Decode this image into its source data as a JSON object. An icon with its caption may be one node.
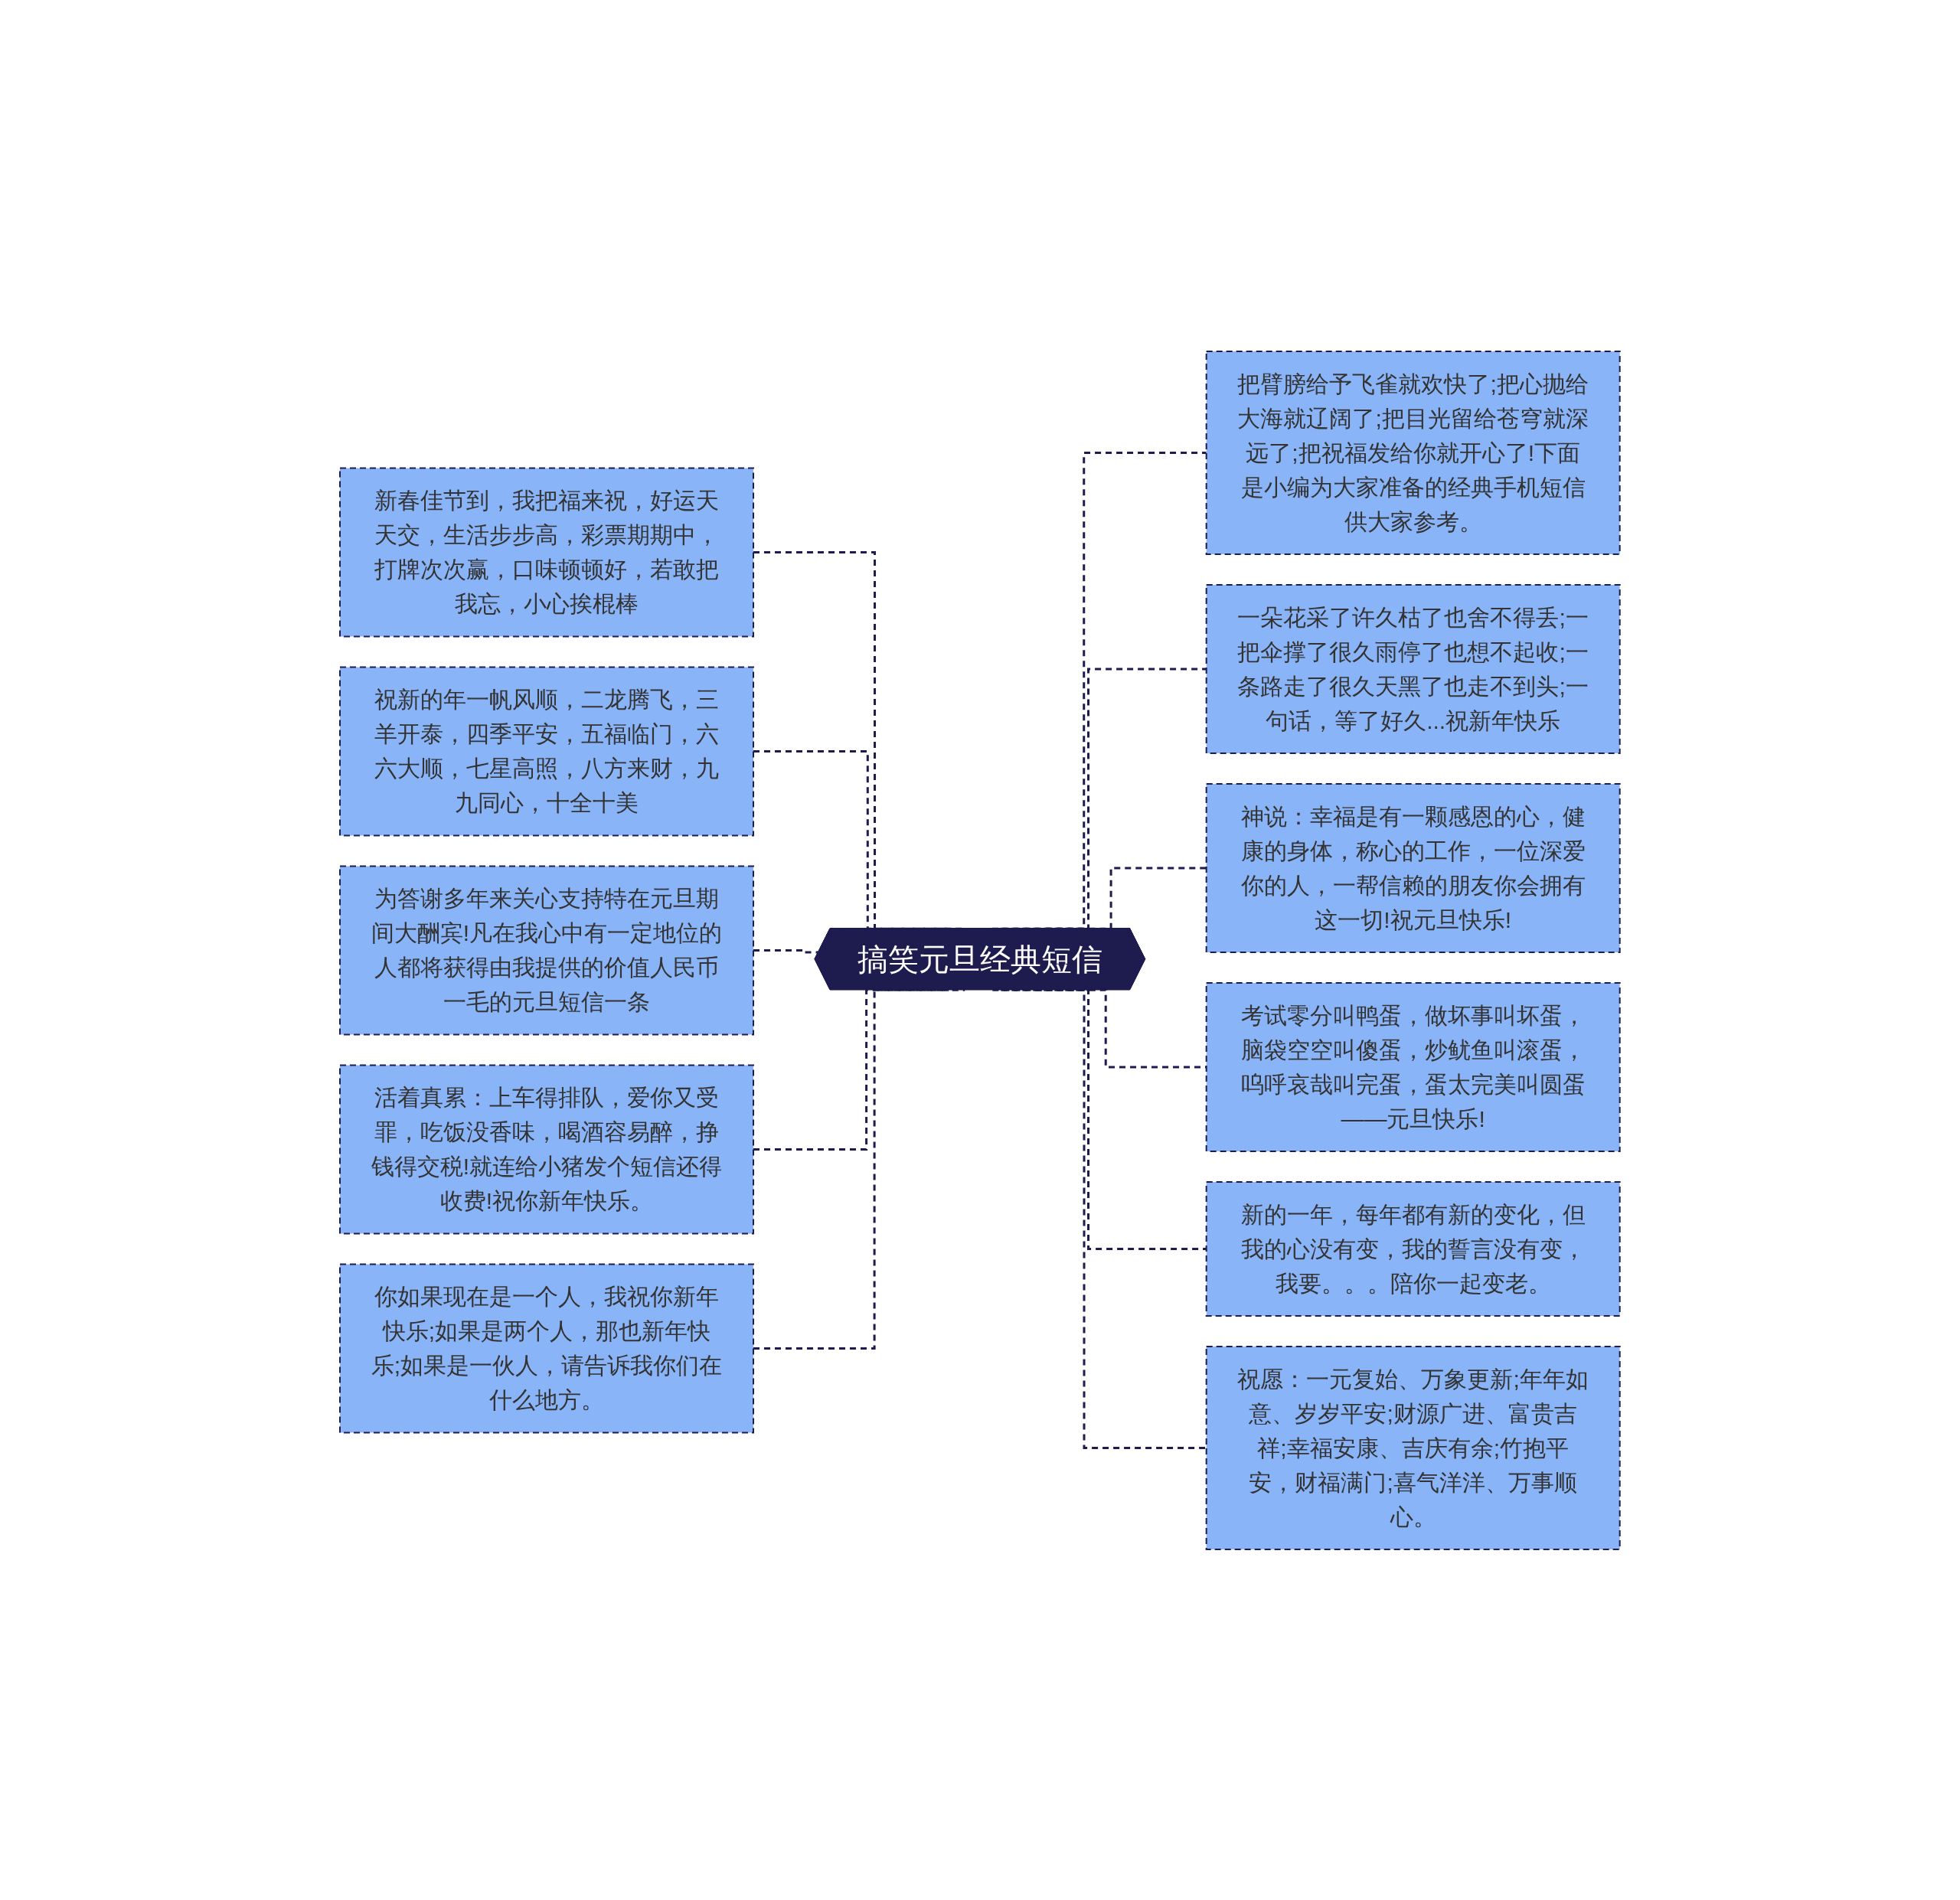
{
  "diagram": {
    "nodes": [
      {
        "text": [
          "搞笑元旦经典短信"
        ]
      },
      {
        "text": [
          "新春佳节到，我把福来祝，好运天天交，生活步步高，彩票期期中，打牌次次赢，口味顿顿好，若敢把我忘，小心挨棍棒"
        ]
      },
      {
        "text": [
          "祝新的年一帆风顺，二龙腾飞，三羊开泰，四季平安，五福临门，六六大顺，七星高照，八方来财，九九同心，十全十美"
        ]
      },
      {
        "text": [
          "为答谢多年来关心支持特在元旦期间大酬宾!凡在我心中有一定地位的人都将获得由我提供的价值人民币一毛的元旦短信一条"
        ]
      },
      {
        "text": [
          "活着真累：上车得排队，爱你又受罪，吃饭没香味，喝酒容易醉，挣钱得交税!就连给小猪发个短信还得收费!祝你新年快乐。"
        ]
      },
      {
        "text": [
          "你如果现在是一个人，我祝你新年快乐;如果是两个人，那也新年快乐;如果是一伙人，请告诉我你们在什么地方。"
        ]
      },
      {
        "text": [
          "把臂膀给予飞雀就欢快了;把心抛给大海就辽阔了;把目光留给苍穹就深远了;把祝福发给你就开心了!下面是小编为大家准备的经典手机短信供大家参考。"
        ]
      },
      {
        "text": [
          "一朵花采了许久枯了也舍不得丢;一把伞撑了很久雨停了也想不起收;一条路走了很久天黑了也走不到头;一句话，等了好久...祝新年快乐"
        ]
      },
      {
        "text": [
          "神说：幸福是有一颗感恩的心，健康的身体，称心的工作，一位深爱你的人，一帮信赖的朋友你会拥有这一切!祝元旦快乐!"
        ]
      },
      {
        "text": [
          "考试零分叫鸭蛋，做坏事叫坏蛋，脑袋空空叫傻蛋，炒鱿鱼叫滚蛋，呜呼哀哉叫完蛋，蛋太完美叫圆蛋——元旦快乐!"
        ]
      },
      {
        "text": [
          "新的一年，每年都有新的变化，但我的心没有变，我的誓言没有变，我要。。。陪你一起变老。"
        ]
      },
      {
        "text": [
          "祝愿：一元复始、万象更新;年年如意、岁岁平安;财源广进、富贵吉祥;幸福安康、吉庆有余;竹抱平安，财福满门;喜气洋洋、万事顺心。"
        ]
      }
    ],
    "edges": [
      {
        "from": 1,
        "to": 0,
        "arrow": "none",
        "style": "dashed"
      },
      {
        "from": 2,
        "to": 0,
        "arrow": "none",
        "style": "dashed"
      },
      {
        "from": 3,
        "to": 0,
        "arrow": "none",
        "style": "dashed"
      },
      {
        "from": 4,
        "to": 0,
        "arrow": "none",
        "style": "dashed"
      },
      {
        "from": 5,
        "to": 0,
        "arrow": "none",
        "style": "dashed"
      },
      {
        "from": 0,
        "to": 6,
        "arrow": "none",
        "style": "dashed"
      },
      {
        "from": 0,
        "to": 7,
        "arrow": "none",
        "style": "dashed"
      },
      {
        "from": 0,
        "to": 8,
        "arrow": "none",
        "style": "dashed"
      },
      {
        "from": 0,
        "to": 9,
        "arrow": "none",
        "style": "dashed"
      },
      {
        "from": 0,
        "to": 10,
        "arrow": "none",
        "style": "dashed"
      },
      {
        "from": 0,
        "to": 11,
        "arrow": "none",
        "style": "dashed"
      }
    ]
  }
}
